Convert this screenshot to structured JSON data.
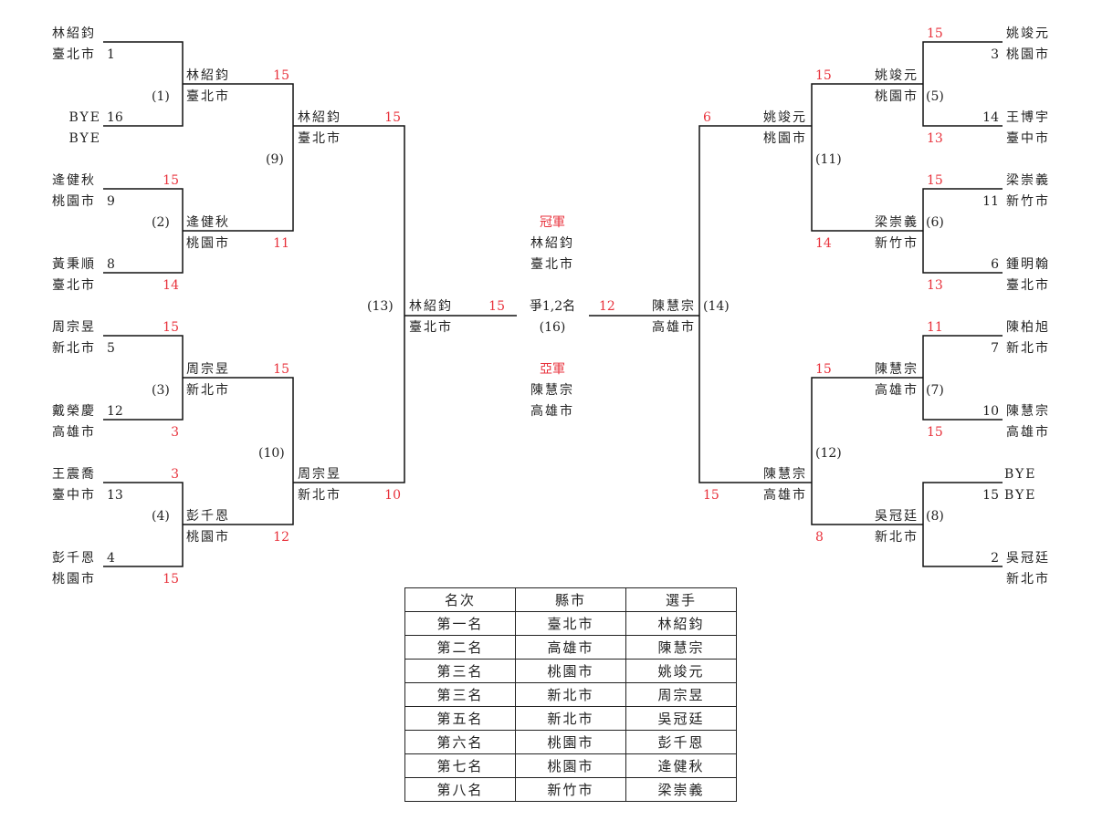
{
  "left": {
    "r1": [
      {
        "match": "(1)",
        "top": {
          "name": "林紹鈞",
          "city": "臺北市",
          "seed": "1",
          "score": ""
        },
        "bottom": {
          "name": "BYE",
          "city": "BYE",
          "seed": "16",
          "score": ""
        }
      },
      {
        "match": "(2)",
        "top": {
          "name": "逄健秋",
          "city": "桃園市",
          "seed": "9",
          "score": "15"
        },
        "bottom": {
          "name": "黃秉順",
          "city": "臺北市",
          "seed": "8",
          "score": "14"
        }
      },
      {
        "match": "(3)",
        "top": {
          "name": "周宗昱",
          "city": "新北市",
          "seed": "5",
          "score": "15"
        },
        "bottom": {
          "name": "戴榮慶",
          "city": "高雄市",
          "seed": "12",
          "score": "3"
        }
      },
      {
        "match": "(4)",
        "top": {
          "name": "王震喬",
          "city": "臺中市",
          "seed": "13",
          "score": "3"
        },
        "bottom": {
          "name": "彭千恩",
          "city": "桃園市",
          "seed": "4",
          "score": "15"
        }
      }
    ],
    "r2": [
      {
        "name": "林紹鈞",
        "city": "臺北市",
        "score": "15"
      },
      {
        "name": "逄健秋",
        "city": "桃園市",
        "score": "11"
      },
      {
        "name": "周宗昱",
        "city": "新北市",
        "score": "15"
      },
      {
        "name": "彭千恩",
        "city": "桃園市",
        "score": "12"
      }
    ],
    "r2_matches": [
      "(9)",
      "(10)"
    ],
    "r3": [
      {
        "name": "林紹鈞",
        "city": "臺北市",
        "score": "15"
      },
      {
        "name": "周宗昱",
        "city": "新北市",
        "score": "10"
      }
    ],
    "r3_match": "(13)",
    "finalist": {
      "name": "林紹鈞",
      "city": "臺北市",
      "score": "15"
    }
  },
  "right": {
    "r1": [
      {
        "match": "(5)",
        "top": {
          "name": "姚竣元",
          "city": "桃園市",
          "seed": "3",
          "score": "15"
        },
        "bottom": {
          "name": "王博宇",
          "city": "臺中市",
          "seed": "14",
          "score": "13"
        }
      },
      {
        "match": "(6)",
        "top": {
          "name": "梁崇義",
          "city": "新竹市",
          "seed": "11",
          "score": "15"
        },
        "bottom": {
          "name": "鍾明翰",
          "city": "臺北市",
          "seed": "6",
          "score": "13"
        }
      },
      {
        "match": "(7)",
        "top": {
          "name": "陳柏旭",
          "city": "新北市",
          "seed": "7",
          "score": "11"
        },
        "bottom": {
          "name": "陳慧宗",
          "city": "高雄市",
          "seed": "10",
          "score": "15"
        }
      },
      {
        "match": "(8)",
        "top": {
          "name": "BYE",
          "city": "BYE",
          "seed": "15",
          "score": ""
        },
        "bottom": {
          "name": "吳冠廷",
          "city": "新北市",
          "seed": "2",
          "score": ""
        }
      }
    ],
    "r2": [
      {
        "name": "姚竣元",
        "city": "桃園市",
        "score": "15"
      },
      {
        "name": "梁崇義",
        "city": "新竹市",
        "score": "14"
      },
      {
        "name": "陳慧宗",
        "city": "高雄市",
        "score": "15"
      },
      {
        "name": "吳冠廷",
        "city": "新北市",
        "score": "8"
      }
    ],
    "r2_matches": [
      "(11)",
      "(12)"
    ],
    "r3": [
      {
        "name": "姚竣元",
        "city": "桃園市",
        "score": "6"
      },
      {
        "name": "陳慧宗",
        "city": "高雄市",
        "score": "15"
      }
    ],
    "r3_match": "(14)",
    "finalist": {
      "name": "陳慧宗",
      "city": "高雄市",
      "score": "12"
    }
  },
  "final": {
    "label": "爭1,2名",
    "match": "(16)",
    "champion_label": "冠軍",
    "champion_name": "林紹鈞",
    "champion_city": "臺北市",
    "runnerup_label": "亞軍",
    "runnerup_name": "陳慧宗",
    "runnerup_city": "高雄市"
  },
  "colors": {
    "score": "#e8323c",
    "line": "#111111"
  },
  "ranking": {
    "headers": [
      "名次",
      "縣市",
      "選手"
    ],
    "rows": [
      [
        "第一名",
        "臺北市",
        "林紹鈞"
      ],
      [
        "第二名",
        "高雄市",
        "陳慧宗"
      ],
      [
        "第三名",
        "桃園市",
        "姚竣元"
      ],
      [
        "第三名",
        "新北市",
        "周宗昱"
      ],
      [
        "第五名",
        "新北市",
        "吳冠廷"
      ],
      [
        "第六名",
        "桃園市",
        "彭千恩"
      ],
      [
        "第七名",
        "桃園市",
        "逄健秋"
      ],
      [
        "第八名",
        "新竹市",
        "梁崇義"
      ]
    ]
  }
}
